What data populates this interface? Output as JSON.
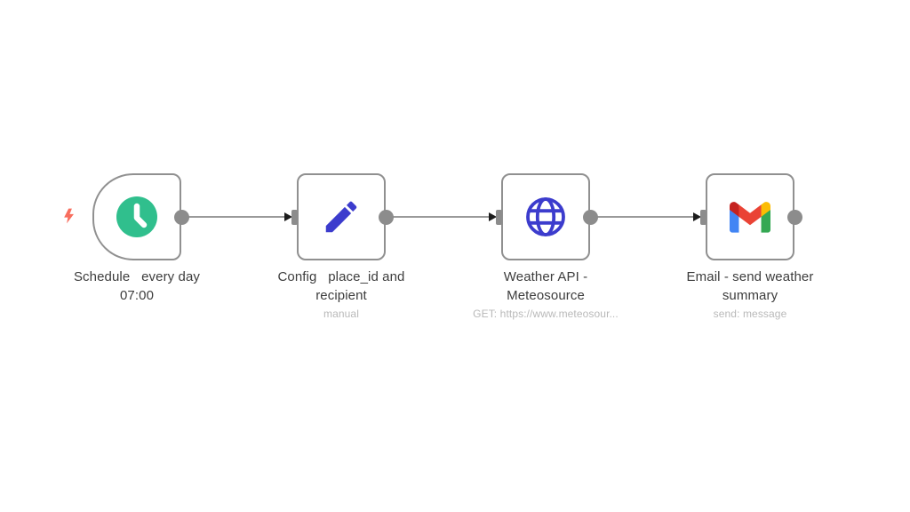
{
  "app": {
    "name": "workflow-editor-canvas",
    "background_color": "#ffffff"
  },
  "workflow": {
    "nodes": [
      {
        "id": "schedule-trigger",
        "icon": "clock-icon",
        "icon_color": "#30bf8d",
        "shape": "trigger-rounded-left",
        "label_line1": "Schedule   every day",
        "label_line2": "07:00",
        "subtitle": ""
      },
      {
        "id": "config",
        "icon": "pencil-icon",
        "icon_color": "#3c3ccd",
        "shape": "square",
        "label_line1": "Config   place_id and",
        "label_line2": "recipient",
        "subtitle": "manual"
      },
      {
        "id": "weather-api",
        "icon": "globe-icon",
        "icon_color": "#3c3ccd",
        "shape": "square",
        "label_line1": "Weather API -",
        "label_line2": "Meteosource",
        "subtitle": "GET: https://www.meteosour..."
      },
      {
        "id": "email",
        "icon": "gmail-icon",
        "icon_color": "gmail-multicolor",
        "shape": "square",
        "label_line1": "Email - send weather",
        "label_line2": "summary",
        "subtitle": "send: message"
      }
    ],
    "connections": [
      {
        "from": "schedule-trigger",
        "to": "config"
      },
      {
        "from": "config",
        "to": "weather-api"
      },
      {
        "from": "weather-api",
        "to": "email"
      }
    ],
    "trigger_indicator": {
      "icon": "lightning-bolt-icon",
      "color": "#f86e5e"
    },
    "colors": {
      "node_border": "#909090",
      "connection_line": "#9a9a9a",
      "port": "#8c8c8c",
      "arrowhead": "#1c1c1c",
      "label_text": "#3d3d3d",
      "subtitle_text": "#b9b9b9",
      "clock_green": "#30bf8d",
      "tool_blue": "#3c3ccd",
      "bolt_coral": "#f86e5e",
      "gmail_blue": "#4285F4",
      "gmail_red": "#EA4335",
      "gmail_yellow": "#FBBC04",
      "gmail_green": "#34A853",
      "gmail_dark_red": "#C5221F"
    }
  }
}
